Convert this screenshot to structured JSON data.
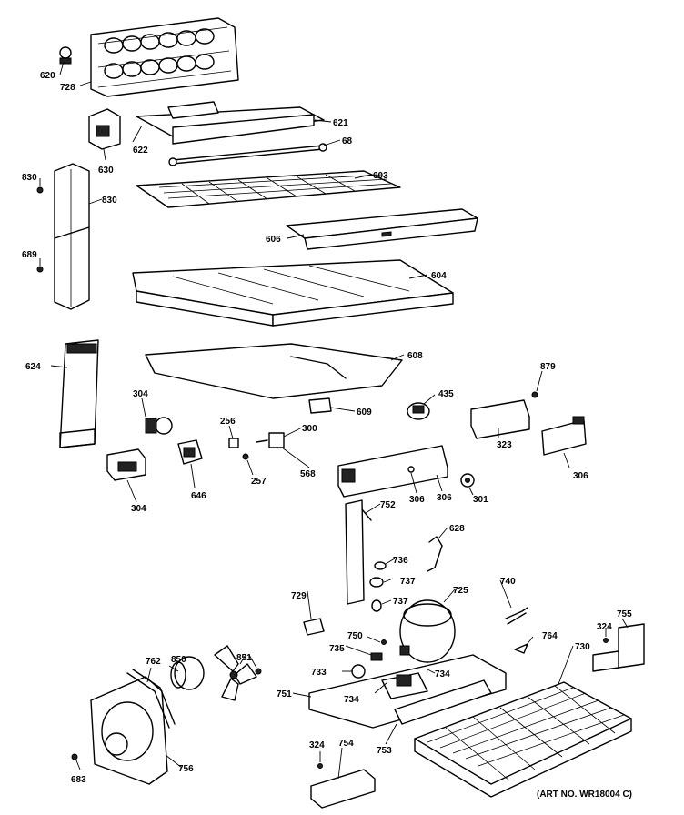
{
  "art_number": "(ART NO. WR18004 C)",
  "callouts": {
    "c620": "620",
    "c728": "728",
    "c630_top": "630",
    "c622": "622",
    "c621": "621",
    "c68": "68",
    "c603": "603",
    "c606": "606",
    "c830_a": "830",
    "c830_b": "830",
    "c689": "689",
    "c604": "604",
    "c624": "624",
    "c608": "608",
    "c879": "879",
    "c304_a": "304",
    "c304_b": "304",
    "c256": "256",
    "c300": "300",
    "c609": "609",
    "c435": "435",
    "c646": "646",
    "c257": "257",
    "c568": "568",
    "c323": "323",
    "c306_a": "306",
    "c306_b": "306",
    "c306_c": "306",
    "c301": "301",
    "c752": "752",
    "c628": "628",
    "c736": "736",
    "c737_a": "737",
    "c737_b": "737",
    "c725": "725",
    "c740": "740",
    "c729": "729",
    "c750": "750",
    "c764": "764",
    "c755": "755",
    "c324_a": "324",
    "c730": "730",
    "c735": "735",
    "c733": "733",
    "c734_a": "734",
    "c734_b": "734",
    "c751": "751",
    "c851": "851",
    "c762": "762",
    "c850": "850",
    "c324_b": "324",
    "c754": "754",
    "c753": "753",
    "c683": "683",
    "c756": "756"
  }
}
